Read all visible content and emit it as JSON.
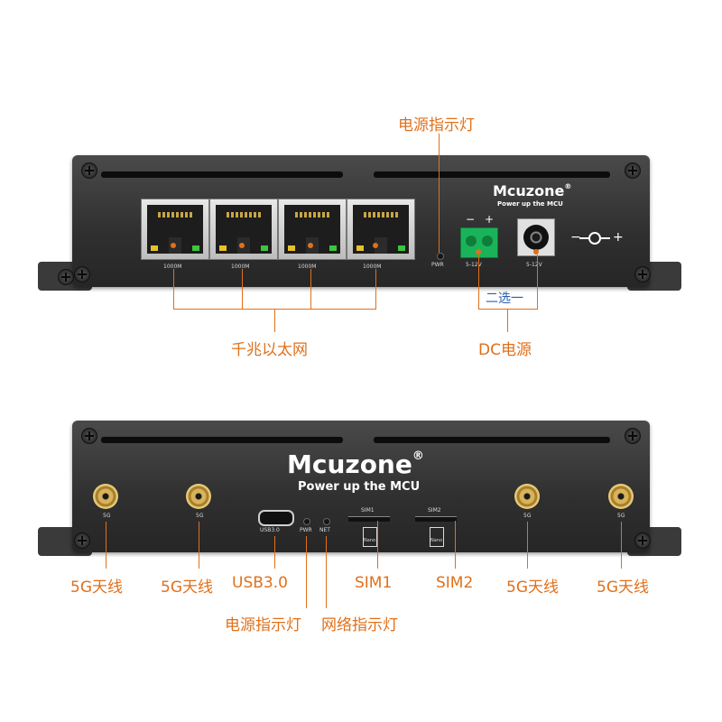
{
  "top_labels": {
    "power_indicator": "电源指示灯",
    "gigabit_ethernet": "千兆以太网",
    "choose_one": "二选一",
    "dc_power": "DC电源"
  },
  "top_device": {
    "brand": "Mcuzone",
    "registered": "®",
    "tagline": "Power up the MCU",
    "port_labels": [
      "1000M",
      "1000M",
      "1000M",
      "1000M"
    ],
    "pwr": "PWR",
    "terminal_minus": "−",
    "terminal_plus": "+",
    "terminal_voltage": "5-12V",
    "jack_voltage": "5-12V",
    "dc_symbol_minus": "−",
    "dc_symbol_plus": "+"
  },
  "bottom_device": {
    "brand": "Mcuzone",
    "registered": "®",
    "tagline": "Power up the MCU",
    "antenna_label": "5G",
    "usb": "USB3.0",
    "pwr": "PWR",
    "net": "NET",
    "sim1": "SIM1",
    "sim2": "SIM2",
    "nano": "Nano"
  },
  "bottom_labels": {
    "antenna1": "5G天线",
    "antenna2": "5G天线",
    "usb": "USB3.0",
    "sim1": "SIM1",
    "sim2": "SIM2",
    "antenna3": "5G天线",
    "antenna4": "5G天线",
    "power_indicator": "电源指示灯",
    "network_indicator": "网络指示灯"
  },
  "colors": {
    "callout": "#e0701b",
    "callout_blue": "#2a5fb0",
    "chassis": "#2f2f2f",
    "terminal": "#1bb35a"
  }
}
